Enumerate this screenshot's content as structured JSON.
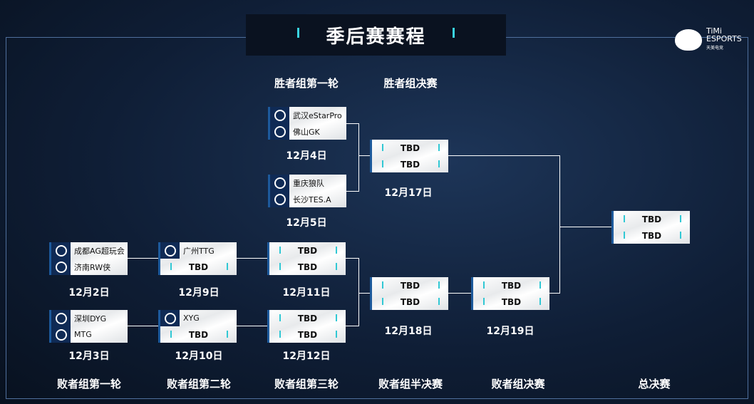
{
  "title": "季后赛赛程",
  "brand": {
    "line1": "TiMi",
    "line2": "ESPORTS",
    "line3": "天美电竞"
  },
  "headers_top": [
    "胜者组第一轮",
    "胜者组决赛"
  ],
  "headers_bottom": [
    "败者组第一轮",
    "败者组第二轮",
    "败者组第三轮",
    "败者组半决赛",
    "败者组决赛",
    "总决赛"
  ],
  "matches": [
    {
      "id": "w1a",
      "teams": [
        "武汉eStarPro",
        "佛山GK"
      ],
      "date": "12月4日"
    },
    {
      "id": "w1b",
      "teams": [
        "重庆狼队",
        "长沙TES.A"
      ],
      "date": "12月5日"
    },
    {
      "id": "wf",
      "teams": [
        "TBD",
        "TBD"
      ],
      "date": "12月17日"
    },
    {
      "id": "gf",
      "teams": [
        "TBD",
        "TBD"
      ],
      "date": ""
    },
    {
      "id": "l1a",
      "teams": [
        "成都AG超玩会",
        "济南RW侠"
      ],
      "date": "12月2日"
    },
    {
      "id": "l1b",
      "teams": [
        "深圳DYG",
        "MTG"
      ],
      "date": "12月3日"
    },
    {
      "id": "l2a",
      "teams": [
        "广州TTG",
        "TBD"
      ],
      "date": "12月9日"
    },
    {
      "id": "l2b",
      "teams": [
        "XYG",
        "TBD"
      ],
      "date": "12月10日"
    },
    {
      "id": "l3a",
      "teams": [
        "TBD",
        "TBD"
      ],
      "date": "12月11日"
    },
    {
      "id": "l3b",
      "teams": [
        "TBD",
        "TBD"
      ],
      "date": "12月12日"
    },
    {
      "id": "lsf",
      "teams": [
        "TBD",
        "TBD"
      ],
      "date": "12月18日"
    },
    {
      "id": "lf",
      "teams": [
        "TBD",
        "TBD"
      ],
      "date": "12月19日"
    }
  ]
}
